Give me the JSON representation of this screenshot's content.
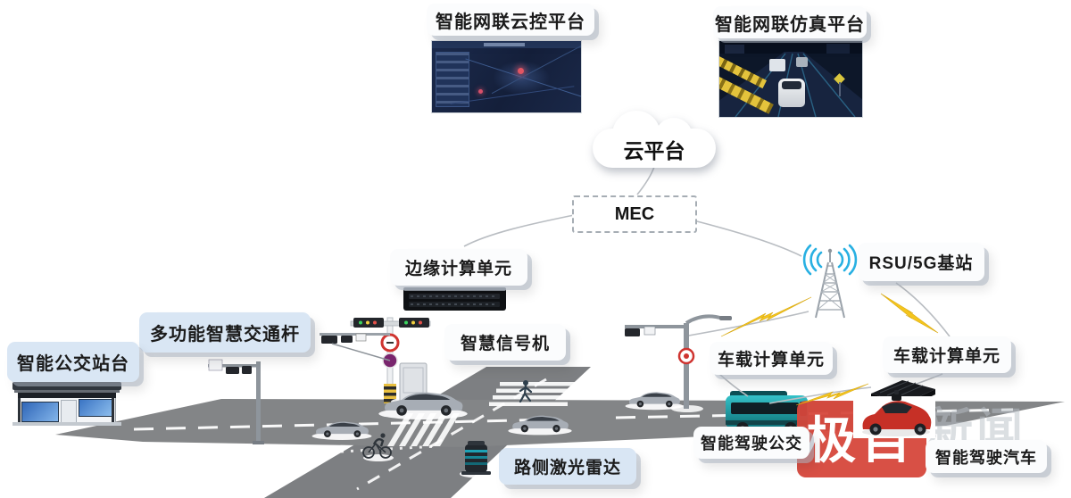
{
  "platforms": {
    "cloud_control": {
      "label": "智能网联云控平台"
    },
    "simulation": {
      "label": "智能网联仿真平台"
    }
  },
  "cloud_platform": {
    "label": "云平台"
  },
  "mec": {
    "label": "MEC"
  },
  "nodes": {
    "edge_unit": {
      "label": "边缘计算单元"
    },
    "rsu": {
      "label": "RSU/5G基站"
    },
    "smart_pole": {
      "label": "多功能智慧交通杆"
    },
    "bus_station": {
      "label": "智能公交站台"
    },
    "signal_machine": {
      "label": "智慧信号机"
    },
    "obu_left": {
      "label": "车载计算单元"
    },
    "obu_right": {
      "label": "车载计算单元"
    },
    "smart_bus": {
      "label": "智能驾驶公交"
    },
    "smart_car": {
      "label": "智能驾驶汽车"
    },
    "roadside_lidar": {
      "label": "路侧激光雷达"
    }
  },
  "watermark": {
    "primary": "极目",
    "ghost": "新闻"
  },
  "icons": {
    "cloud": "css-cloud-shape",
    "rsu_tower": "svg-lattice-tower",
    "wifi_waves": "svg-cyan-arcs",
    "lightning": "svg-yellow-bolt"
  },
  "colors": {
    "lightning_yellow": "#f4c51d",
    "wifi_cyan": "#28b0e2",
    "watermark_red": "#d6473b",
    "road_gray": "#828486",
    "label_blue": "#d9e6f4",
    "bus_teal": "#1fa9b2",
    "car_red": "#c63026"
  }
}
